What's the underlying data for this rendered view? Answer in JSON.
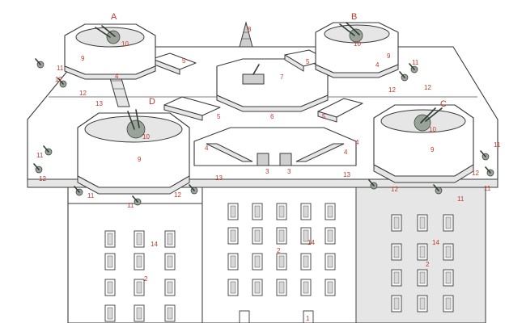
{
  "tower_labels": {
    "a": "A",
    "b": "B",
    "c": "C",
    "d": "D"
  },
  "callouts": {
    "n1": "1",
    "n2": "2",
    "n3": "3",
    "n4": "4",
    "n5": "5",
    "n6": "6",
    "n7": "7",
    "n8": "8",
    "n9": "9",
    "n10": "10",
    "n11": "11",
    "n12": "12",
    "n13": "13",
    "n14": "14"
  },
  "colors": {
    "label": "#c0392b",
    "line": "#3a3a3a",
    "gun": "#9aa39a"
  }
}
